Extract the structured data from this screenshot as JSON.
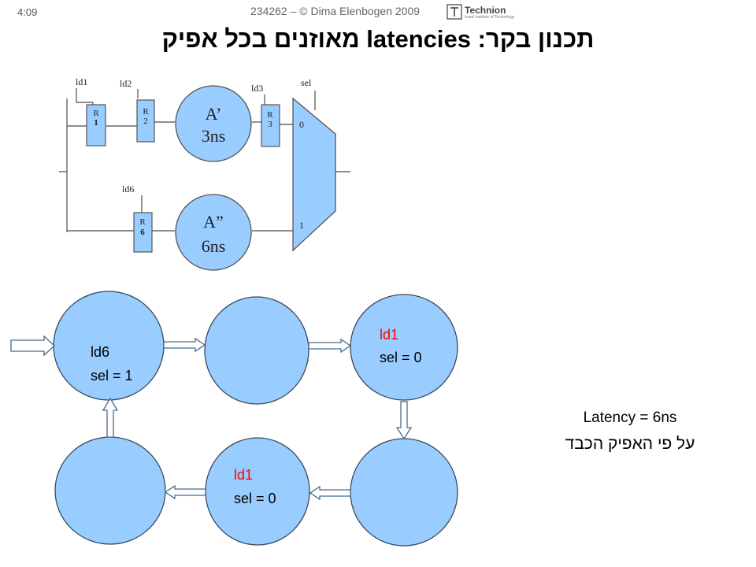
{
  "header": {
    "slide_number": "4:09",
    "copyright": "234262 – © Dima Elenbogen 2009",
    "logo_text": "Technion",
    "logo_subtext": "Israel Institute of Technology"
  },
  "title": "תכנון בקר: latencies מאוזנים בכל אפיק",
  "circuit": {
    "labels": {
      "ld1": "ld1",
      "ld2": "ld2",
      "ld3": "ld3",
      "ld6": "ld6",
      "sel": "sel",
      "r1_a": "R",
      "r1_b": "1",
      "r2_a": "R",
      "r2_b": "2",
      "r3_a": "R",
      "r3_b": "3",
      "r6_a": "R",
      "r6_b": "6",
      "a1_name": "A’",
      "a1_delay": "3ns",
      "a2_name": "A”",
      "a2_delay": "6ns",
      "mux_in0": "0",
      "mux_in1": "1"
    },
    "colors": {
      "fill": "#99CCFF",
      "stroke": "#555555"
    }
  },
  "fsm": {
    "colors": {
      "state_fill": "#99CCFF",
      "accent": "#FF0000",
      "text": "#000000"
    },
    "states": {
      "s1_line1": "ld6",
      "s1_line2": "sel = 1",
      "s3_line1": "ld1",
      "s3_line2": "sel = 0",
      "s5_line1": "ld1",
      "s5_line2": "sel = 0"
    }
  },
  "notes": {
    "latency": "Latency = 6ns",
    "hebrew": "על פי האפיק הכבד"
  }
}
